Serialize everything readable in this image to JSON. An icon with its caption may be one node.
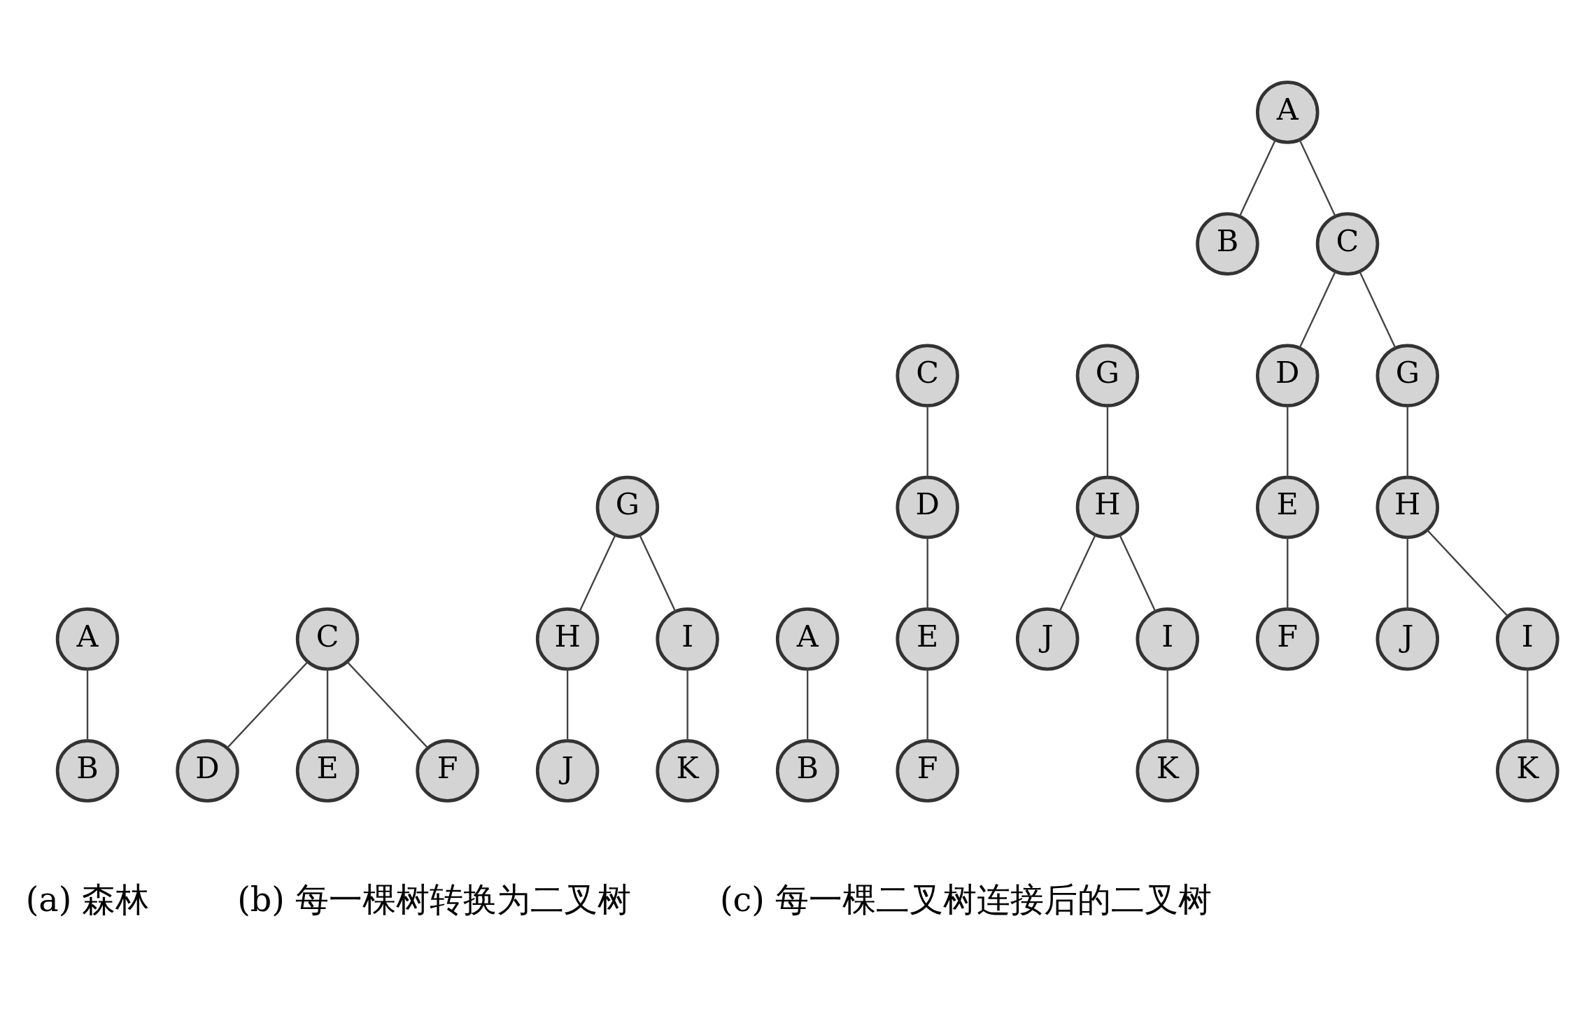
{
  "diagram": {
    "nodes": [
      {
        "text": [
          "A"
        ]
      },
      {
        "text": [
          "B"
        ]
      },
      {
        "text": [
          "C"
        ]
      },
      {
        "text": [
          "D"
        ]
      },
      {
        "text": [
          "E"
        ]
      },
      {
        "text": [
          "F"
        ]
      },
      {
        "text": [
          "G"
        ]
      },
      {
        "text": [
          "H"
        ]
      },
      {
        "text": [
          "I"
        ]
      },
      {
        "text": [
          "J"
        ]
      },
      {
        "text": [
          "K"
        ]
      },
      {
        "text": [
          "A"
        ]
      },
      {
        "text": [
          "B"
        ]
      },
      {
        "text": [
          "C"
        ]
      },
      {
        "text": [
          "D"
        ]
      },
      {
        "text": [
          "E"
        ]
      },
      {
        "text": [
          "F"
        ]
      },
      {
        "text": [
          "G"
        ]
      },
      {
        "text": [
          "H"
        ]
      },
      {
        "text": [
          "J"
        ]
      },
      {
        "text": [
          "I"
        ]
      },
      {
        "text": [
          "K"
        ]
      },
      {
        "text": [
          "A"
        ]
      },
      {
        "text": [
          "B"
        ]
      },
      {
        "text": [
          "C"
        ]
      },
      {
        "text": [
          "D"
        ]
      },
      {
        "text": [
          "G"
        ]
      },
      {
        "text": [
          "E"
        ]
      },
      {
        "text": [
          "H"
        ]
      },
      {
        "text": [
          "F"
        ]
      },
      {
        "text": [
          "J"
        ]
      },
      {
        "text": [
          "I"
        ]
      },
      {
        "text": [
          "K"
        ]
      }
    ],
    "edges": [
      {
        "from": 0,
        "to": 1,
        "arrow": "none"
      },
      {
        "from": 2,
        "to": 3,
        "arrow": "none"
      },
      {
        "from": 2,
        "to": 4,
        "arrow": "none"
      },
      {
        "from": 2,
        "to": 5,
        "arrow": "none"
      },
      {
        "from": 6,
        "to": 7,
        "arrow": "none"
      },
      {
        "from": 6,
        "to": 8,
        "arrow": "none"
      },
      {
        "from": 7,
        "to": 9,
        "arrow": "none"
      },
      {
        "from": 8,
        "to": 10,
        "arrow": "none"
      },
      {
        "from": 11,
        "to": 12,
        "arrow": "none"
      },
      {
        "from": 13,
        "to": 14,
        "arrow": "none"
      },
      {
        "from": 14,
        "to": 15,
        "arrow": "none"
      },
      {
        "from": 15,
        "to": 16,
        "arrow": "none"
      },
      {
        "from": 17,
        "to": 18,
        "arrow": "none"
      },
      {
        "from": 18,
        "to": 19,
        "arrow": "none"
      },
      {
        "from": 18,
        "to": 20,
        "arrow": "none"
      },
      {
        "from": 20,
        "to": 21,
        "arrow": "none"
      },
      {
        "from": 22,
        "to": 23,
        "arrow": "none"
      },
      {
        "from": 22,
        "to": 24,
        "arrow": "none"
      },
      {
        "from": 24,
        "to": 25,
        "arrow": "none"
      },
      {
        "from": 24,
        "to": 26,
        "arrow": "none"
      },
      {
        "from": 25,
        "to": 27,
        "arrow": "none"
      },
      {
        "from": 27,
        "to": 29,
        "arrow": "none"
      },
      {
        "from": 26,
        "to": 28,
        "arrow": "none"
      },
      {
        "from": 28,
        "to": 30,
        "arrow": "none"
      },
      {
        "from": 28,
        "to": 31,
        "arrow": "none"
      },
      {
        "from": 31,
        "to": 32,
        "arrow": "none"
      }
    ],
    "labels": [
      "(a) 森林",
      "(b) 每一棵树转换为二叉树",
      "(c) 每一棵二叉树连接后的二叉树"
    ]
  }
}
